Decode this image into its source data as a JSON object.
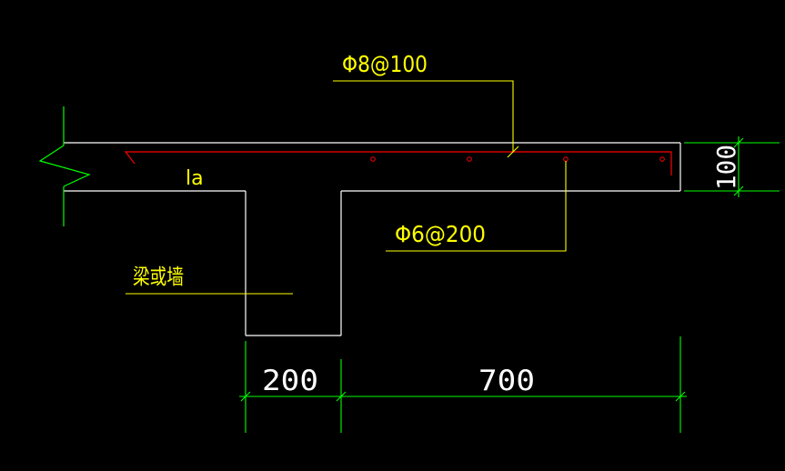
{
  "labels": {
    "top_rebar": "Φ8@100",
    "bottom_rebar": "Φ6@200",
    "anchorage": "la",
    "support": "梁或墙",
    "dim_support_width": "200",
    "dim_cantilever_length": "700",
    "dim_slab_thickness": "100"
  },
  "colors": {
    "background": "#000000",
    "outline": "#ffffff",
    "rebar": "#ff0000",
    "leader": "#ffff00",
    "dimension": "#00ff00",
    "text": "#ffff00",
    "dim_text": "#ffffff"
  }
}
